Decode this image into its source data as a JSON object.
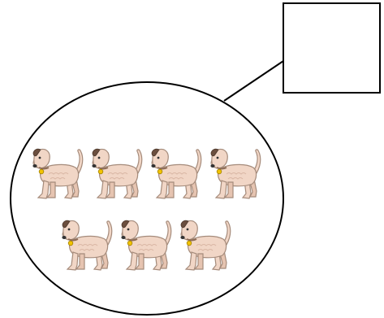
{
  "group": {
    "item_name": "dog",
    "rows": [
      4,
      3
    ]
  },
  "answer_box": {
    "value": ""
  },
  "colors": {
    "outline": "#000000",
    "dog_body": "#f1d6c6",
    "dog_stroke": "#a58b7b",
    "dog_shade": "#d9b7a5",
    "dog_ear": "#6b4f3f",
    "collar_tag": "#f2c300"
  }
}
